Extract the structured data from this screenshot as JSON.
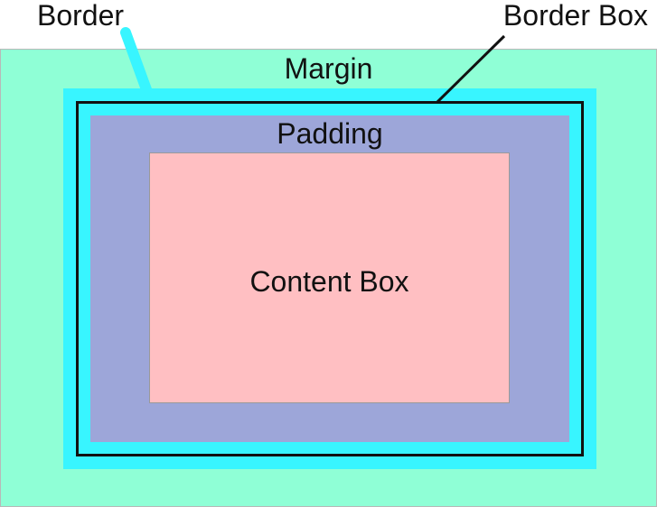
{
  "labels": {
    "border": "Border",
    "border_box": "Border Box",
    "margin": "Margin",
    "padding": "Padding",
    "content_box": "Content Box"
  },
  "colors": {
    "margin": "#8fffd6",
    "border": "#38f5ff",
    "border_box_outline": "#111111",
    "padding": "#9da6d9",
    "content": "#ffbfc2",
    "callout_border": "#38f5ff",
    "callout_border_box": "#111111"
  }
}
